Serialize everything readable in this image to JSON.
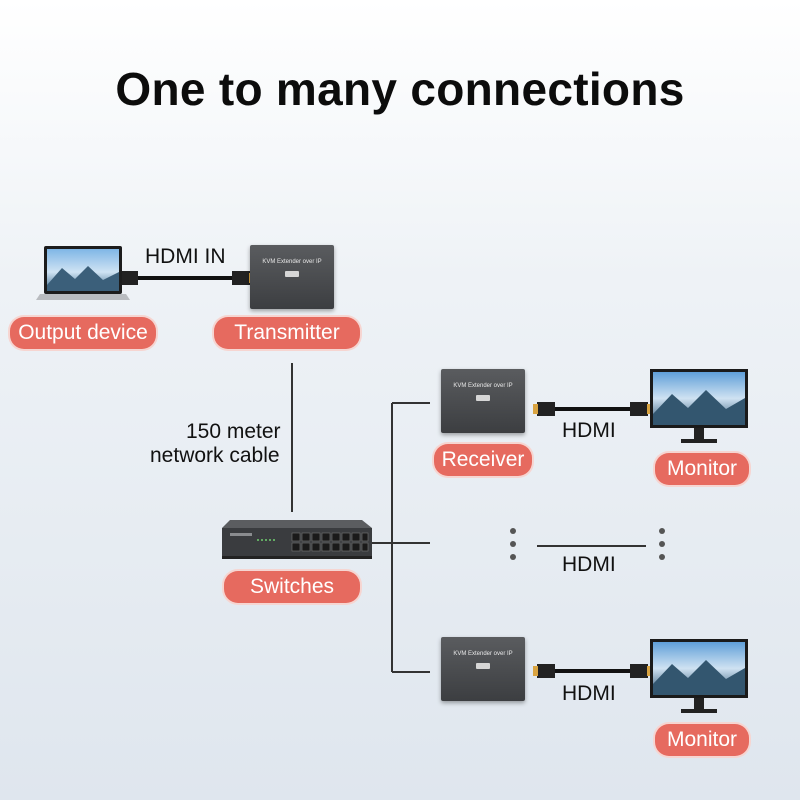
{
  "title": "One to many connections",
  "labels": {
    "output_device": "Output device",
    "transmitter": "Transmitter",
    "receiver": "Receiver",
    "monitor_top": "Monitor",
    "monitor_bottom": "Monitor",
    "switches": "Switches"
  },
  "texts": {
    "hdmi_in": "HDMI IN",
    "cable_line1": "150 meter",
    "cable_line2": "network cable",
    "hdmi_top": "HDMI",
    "hdmi_middle": "HDMI",
    "hdmi_bottom": "HDMI"
  },
  "device_text": {
    "extender": "KVM Extender over IP"
  },
  "colors": {
    "label_bg": "#e66a5f",
    "device": "#4a4c4f"
  }
}
